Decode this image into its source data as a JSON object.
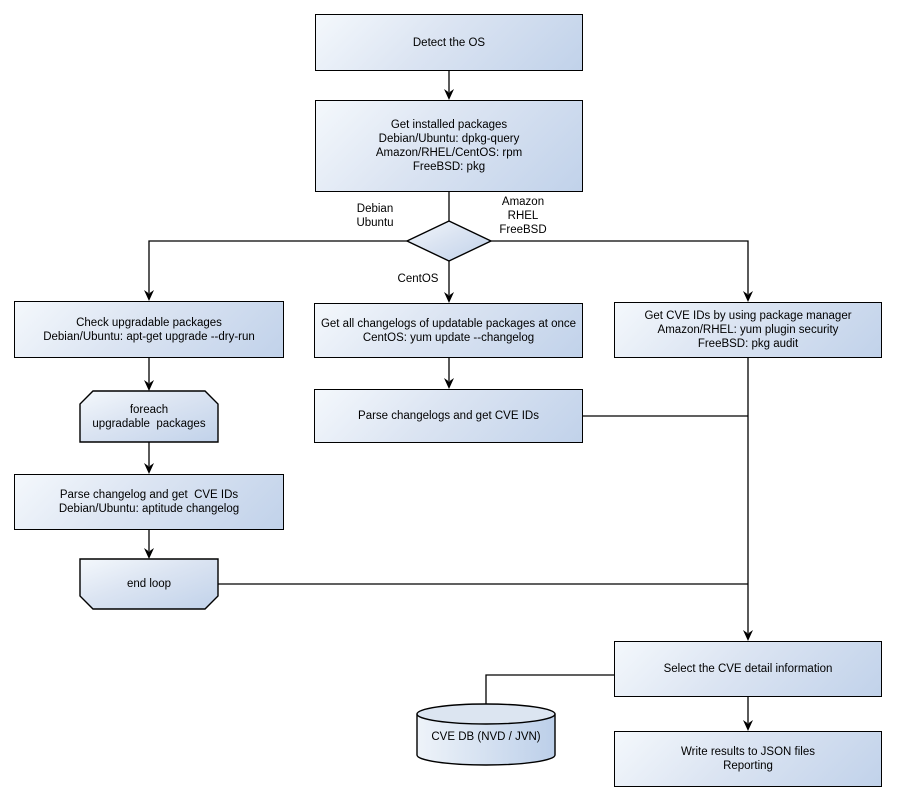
{
  "nodes": {
    "detect_os": {
      "lines": [
        "Detect the OS"
      ]
    },
    "get_installed_packages": {
      "lines": [
        "Get installed packages",
        "Debian/Ubuntu: dpkg-query",
        "Amazon/RHEL/CentOS: rpm",
        "FreeBSD: pkg"
      ]
    },
    "check_upgradable_packages": {
      "lines": [
        "Check upgradable packages",
        "Debian/Ubuntu: apt-get upgrade --dry-run"
      ]
    },
    "foreach_loop_start": {
      "lines": [
        "foreach",
        "upgradable  packages"
      ]
    },
    "parse_changelog_left": {
      "lines": [
        "Parse changelog and get  CVE IDs",
        "Debian/Ubuntu: aptitude changelog"
      ]
    },
    "end_loop": {
      "lines": [
        "end loop"
      ]
    },
    "get_all_changelogs": {
      "lines": [
        "Get all changelogs of updatable packages at once",
        "CentOS: yum update --changelog"
      ]
    },
    "parse_changelogs_middle": {
      "lines": [
        "Parse changelogs and get CVE IDs"
      ]
    },
    "get_cve_ids_pkg_manager": {
      "lines": [
        "Get CVE IDs by using package manager",
        "Amazon/RHEL: yum plugin security",
        "FreeBSD: pkg audit"
      ]
    },
    "select_cve_detail": {
      "lines": [
        "Select the CVE detail information"
      ]
    },
    "write_results": {
      "lines": [
        "Write results to JSON files",
        "Reporting"
      ]
    },
    "cve_db": {
      "lines": [
        "CVE DB (NVD / JVN)"
      ]
    }
  },
  "edge_labels": {
    "debian_ubuntu": {
      "lines": [
        "Debian",
        "Ubuntu"
      ]
    },
    "amazon_rhel_freebsd": {
      "lines": [
        "Amazon",
        "RHEL",
        "FreeBSD"
      ]
    },
    "centos": {
      "lines": [
        "CentOS"
      ]
    }
  },
  "colors": {
    "box_fill_light": "#f4f8fc",
    "box_fill_dark": "#c1d2ea",
    "cylinder_top_fill": "#dce5f1",
    "border": "#000000",
    "connector": "#000000",
    "text": "#000000",
    "background": "#ffffff"
  }
}
